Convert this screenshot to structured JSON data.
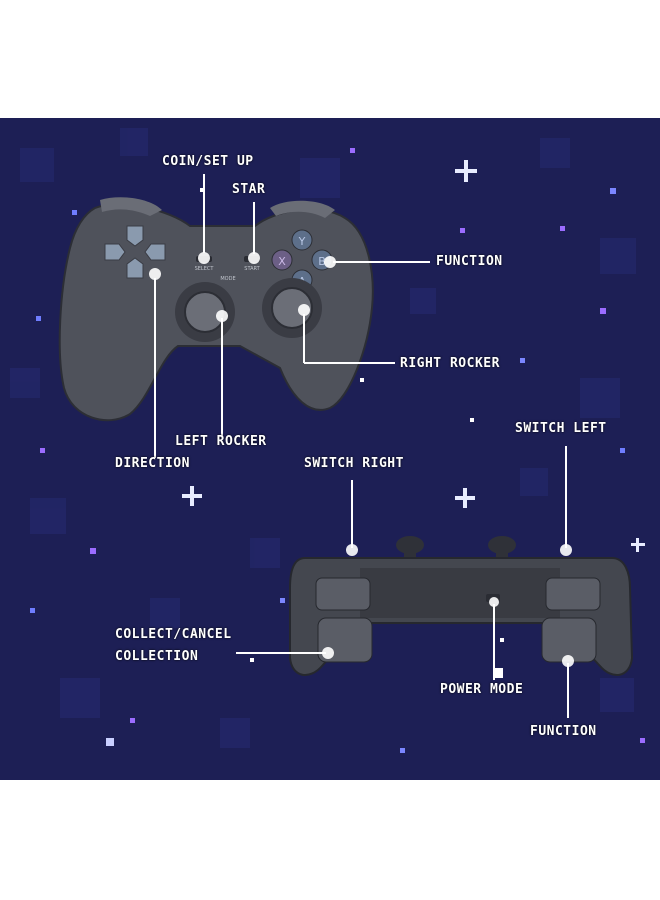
{
  "colors": {
    "background": "#1d1f55",
    "pixel_dark": "#23266a",
    "star_blue": "#5a6cff",
    "star_violet": "#9b6cff",
    "controller_body": "#4a4d55",
    "controller_dark": "#2c2e35",
    "leader_line": "#ffffff"
  },
  "labels": {
    "coin_set_up": "COIN/SET UP",
    "star": "STAR",
    "function_top": "FUNCTION",
    "right_rocker": "RIGHT ROCKER",
    "left_rocker": "LEFT ROCKER",
    "direction": "DIRECTION",
    "switch_left": "SWITCH LEFT",
    "switch_right": "SWITCH RIGHT",
    "collect_cancel_line1": "COLLECT/CANCEL",
    "collect_cancel_line2": "COLLECTION",
    "power_mode": "POWER MODE",
    "function_bottom": "FUNCTION"
  },
  "controller_markings": {
    "select": "SELECT",
    "start": "START",
    "mode": "MODE",
    "button_y": "Y",
    "button_x": "X",
    "button_a": "A",
    "button_b": "B"
  }
}
